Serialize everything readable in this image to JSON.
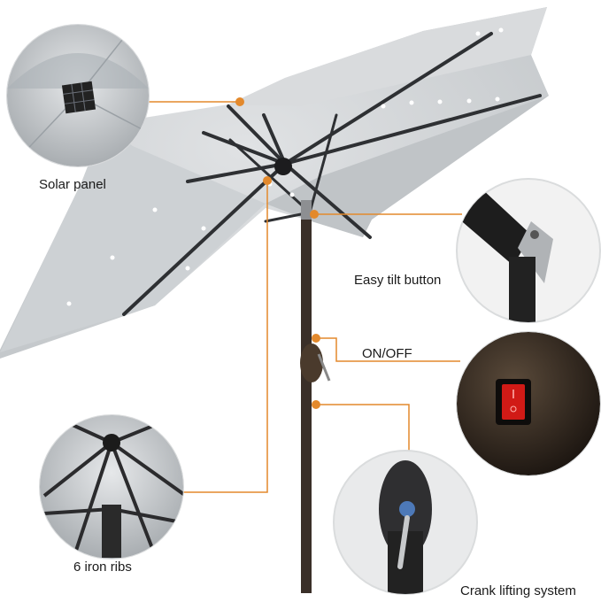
{
  "labels": {
    "solar_panel": "Solar panel",
    "easy_tilt": "Easy tilt button",
    "on_off": "ON/OFF",
    "iron_ribs": "6 iron ribs",
    "crank": "Crank lifting system"
  },
  "colors": {
    "canopy": "#d3d6d8",
    "canopy_shadow": "#bcc0c3",
    "rib": "#2e3033",
    "pole": "#3a2f28",
    "callout_line": "#e3892c",
    "callout_dot": "#e3892c",
    "switch_red": "#d11a16",
    "led": "#ffffff"
  }
}
